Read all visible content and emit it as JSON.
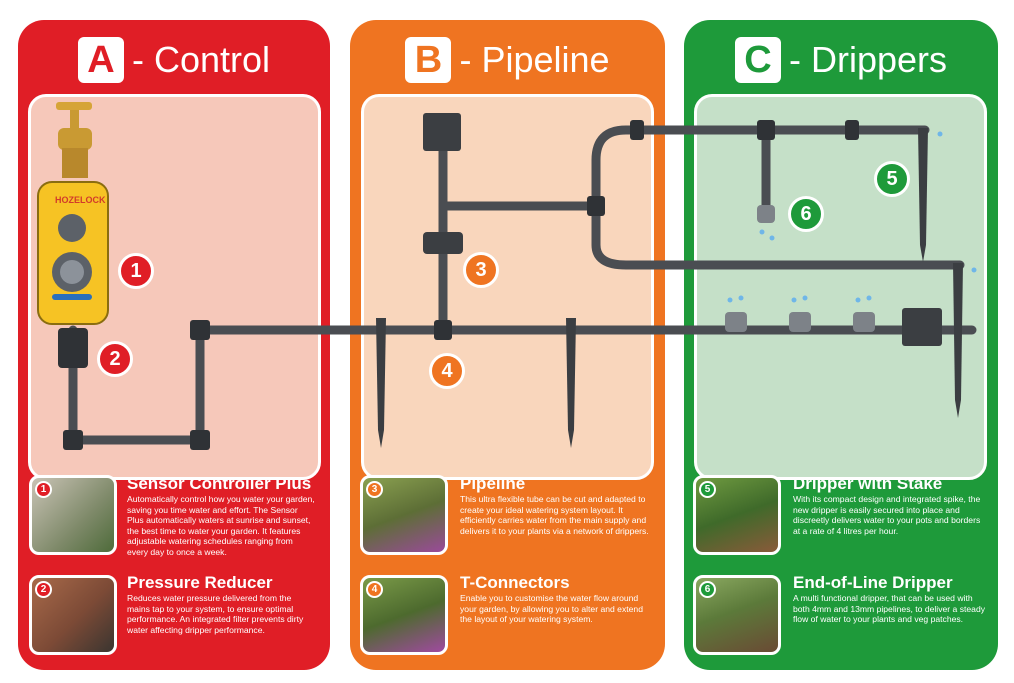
{
  "panels": {
    "a": {
      "letter": "A",
      "title": "- Control"
    },
    "b": {
      "letter": "B",
      "title": "- Pipeline"
    },
    "c": {
      "letter": "C",
      "title": "- Drippers"
    }
  },
  "device": {
    "brand": "HOZELOCK"
  },
  "markers": [
    "1",
    "2",
    "3",
    "4",
    "5",
    "6"
  ],
  "products": [
    {
      "number": "1",
      "title": "Sensor Controller Plus",
      "description": "Automatically control how you water your garden, saving you time water and effort. The Sensor Plus automatically waters at sunrise and sunset, the best time to water your garden. It features adjustable watering schedules ranging from every day to once a week."
    },
    {
      "number": "2",
      "title": "Pressure Reducer",
      "description": "Reduces water pressure delivered from the mains tap to your system, to ensure optimal performance. An integrated filter prevents dirty water affecting dripper performance."
    },
    {
      "number": "3",
      "title": "Pipeline",
      "description": "This ultra flexible tube can be cut and adapted to create your ideal watering system layout. It efficiently carries water from the main supply and delivers it to your plants via a network of drippers."
    },
    {
      "number": "4",
      "title": "T-Connectors",
      "description": "Enable you to customise the water flow around your garden, by allowing you to alter and extend the layout of your watering system."
    },
    {
      "number": "5",
      "title": "Dripper with Stake",
      "description": "With its compact design and integrated spike, the new dripper is easily secured into place and discreetly delivers water to your pots and borders at a rate of 4 litres per hour."
    },
    {
      "number": "6",
      "title": "End-of-Line Dripper",
      "description": "A multi functional dripper, that can be used with both 4mm and 13mm pipelines, to deliver a steady flow of water to your plants and veg patches."
    }
  ],
  "colors": {
    "red": "#e01e26",
    "orange": "#ef7421",
    "green": "#1e9a3a",
    "pipe": "#4a4d52"
  }
}
